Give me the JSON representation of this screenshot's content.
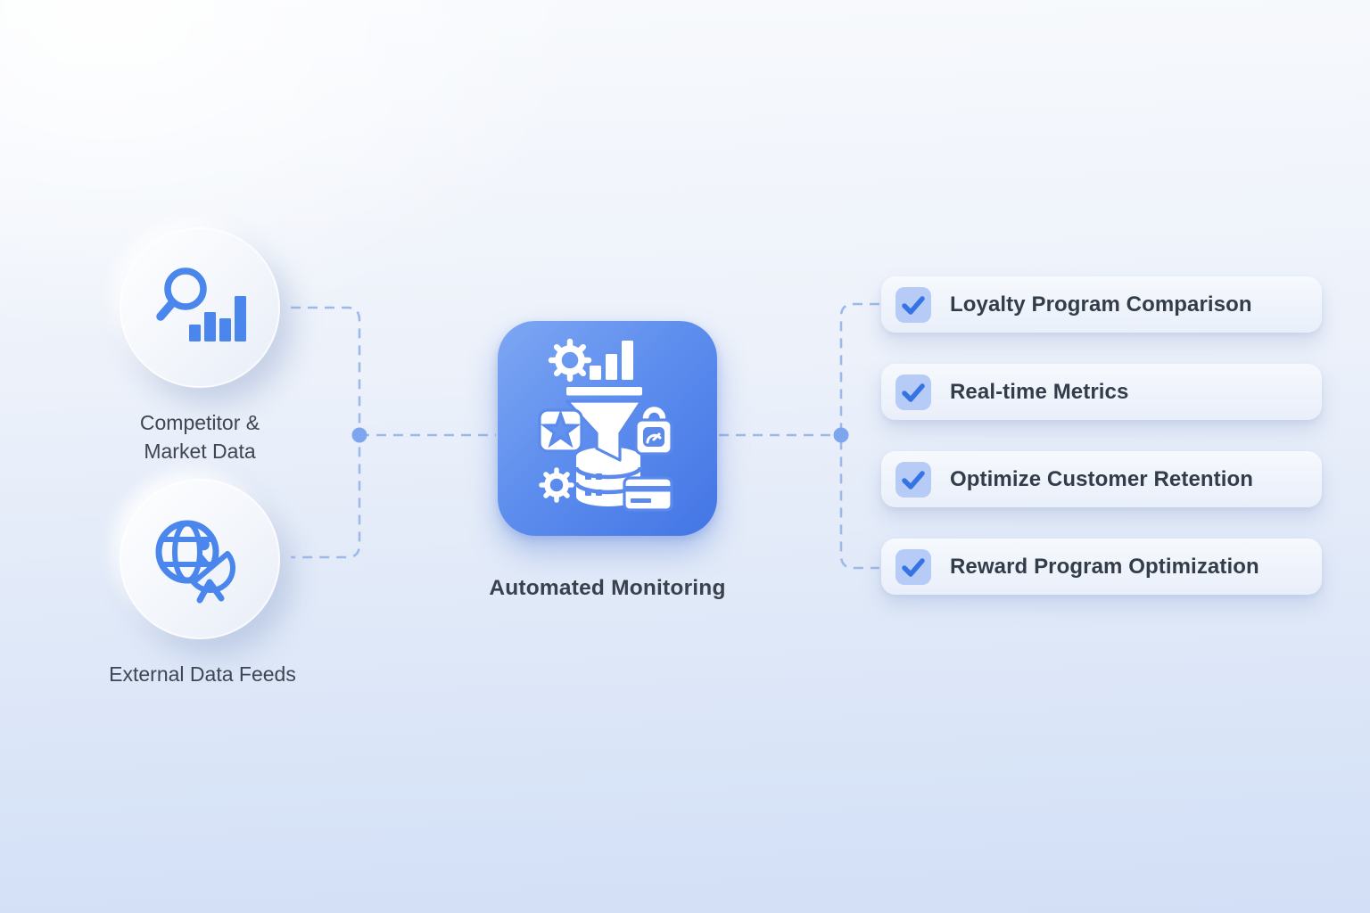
{
  "diagram_title": "",
  "sources": [
    {
      "label": "Competitor & Market Data",
      "icon": "search-bar-chart-icon"
    },
    {
      "label": "External Data Feeds",
      "icon": "globe-satellite-icon"
    }
  ],
  "hub": {
    "label": "Automated Monitoring",
    "icon": "data-funnel-processing-icon"
  },
  "outputs": [
    {
      "label": "Loyalty Program Comparison",
      "checked": true
    },
    {
      "label": "Real-time Metrics",
      "checked": true
    },
    {
      "label": "Optimize Customer Retention",
      "checked": true
    },
    {
      "label": "Reward Program Optimization",
      "checked": true
    }
  ],
  "colors": {
    "accent_blue": "#4a86ec",
    "hub_gradient_start": "#7ea7f3",
    "hub_gradient_end": "#4375e5",
    "hub_cutout_blue": "#5b8aec",
    "checkbox_bg": "#b6ccf7",
    "checkmark": "#3674e4",
    "connector_line": "#9db9e8",
    "connector_dot": "#7ea6ee",
    "text_dark": "#333c49",
    "background_top": "#f8fafd",
    "background_bottom": "#d2dff6"
  }
}
